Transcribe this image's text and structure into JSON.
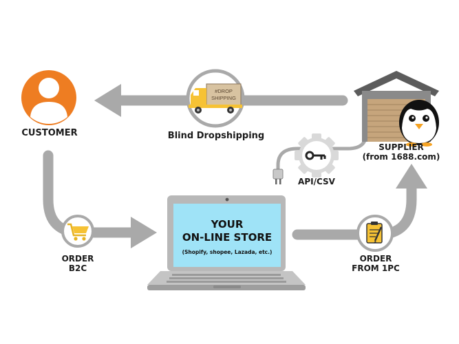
{
  "labels": {
    "customer": "CUSTOMER",
    "blind_dropshipping": "Blind Dropshipping",
    "supplier_line1": "SUPPLIER",
    "supplier_line2": "(from 1688.com)",
    "api_csv": "API/CSV",
    "order_b2c_line1": "ORDER",
    "order_b2c_line2": "B2C",
    "order_1pc_line1": "ORDER",
    "order_1pc_line2": "FROM 1PC"
  },
  "store": {
    "line1": "YOUR",
    "line2": "ON-LINE STORE",
    "line3": "(Shopify, shopee, Lazada, etc.)"
  },
  "truck": {
    "line1": "#DROP",
    "line2": "SHIPPING"
  },
  "icons": {
    "customer": "person-icon",
    "truck": "delivery-truck-icon",
    "warehouse": "warehouse-icon",
    "mascot": "penguin-icon",
    "api": "key-gear-icon",
    "plug": "power-plug-icon",
    "cart": "shopping-cart-icon",
    "order": "clipboard-pencil-icon",
    "store": "laptop-icon"
  },
  "colors": {
    "arrow": "#a9a9a9",
    "customer": "#ee7d22",
    "yellow": "#f6c234",
    "screen": "#9fe3f7",
    "roof": "#5c5c5c",
    "door": "#c6a57c",
    "laptop_frame": "#b8b8b8"
  }
}
